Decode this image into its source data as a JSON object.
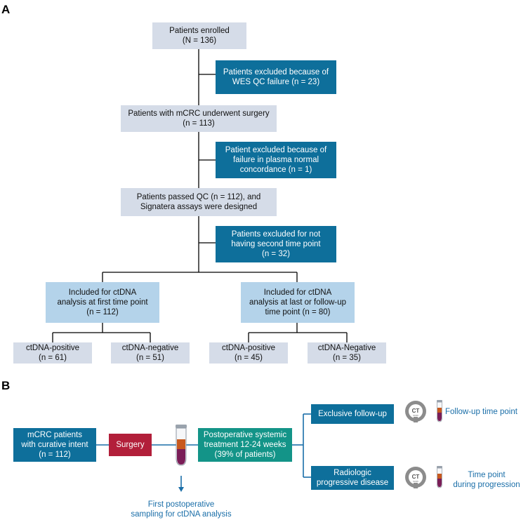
{
  "panelA": {
    "label": "A",
    "enrolled": "Patients enrolled\n(N = 136)",
    "excl_wes": "Patients excluded because of\nWES QC failure (n = 23)",
    "surgery": "Patients with mCRC underwent surgery\n(n = 113)",
    "excl_plasma": "Patient excluded because of\nfailure in plasma normal\nconcordance (n = 1)",
    "passed_qc": "Patients passed QC (n = 112), and\nSignatera assays were designed",
    "excl_second": "Patients excluded for not\nhaving second time point\n(n = 32)",
    "first_tp": "Included for ctDNA\nanalysis at first time point\n(n = 112)",
    "last_tp": "Included for ctDNA\nanalysis at last or follow-up\ntime point (n = 80)",
    "pos1": "ctDNA-positive\n(n = 61)",
    "neg1": "ctDNA-negative\n(n = 51)",
    "pos2": "ctDNA-positive\n(n = 45)",
    "neg2": "ctDNA-Negative\n(n = 35)"
  },
  "panelB": {
    "label": "B",
    "patients": "mCRC patients\nwith curative intent\n(n = 112)",
    "surgery": "Surgery",
    "treatment": "Postoperative systemic\ntreatment 12-24 weeks\n(39% of patients)",
    "follow_up": "Exclusive follow-up",
    "progressive": "Radiologic\nprogressive disease",
    "sampling": "First postoperative\nsampling for ctDNA analysis",
    "followup_tp": "Follow-up time point",
    "progression_tp": "Time point\nduring progression",
    "ct_text": "CT",
    "ct_small": "scan"
  },
  "colors": {
    "gray": "#d5dce8",
    "dark_blue": "#0e6f9b",
    "light_blue": "#b4d3ea",
    "teal": "#139488",
    "red": "#b21f3a",
    "link_blue": "#1a6ea8"
  }
}
